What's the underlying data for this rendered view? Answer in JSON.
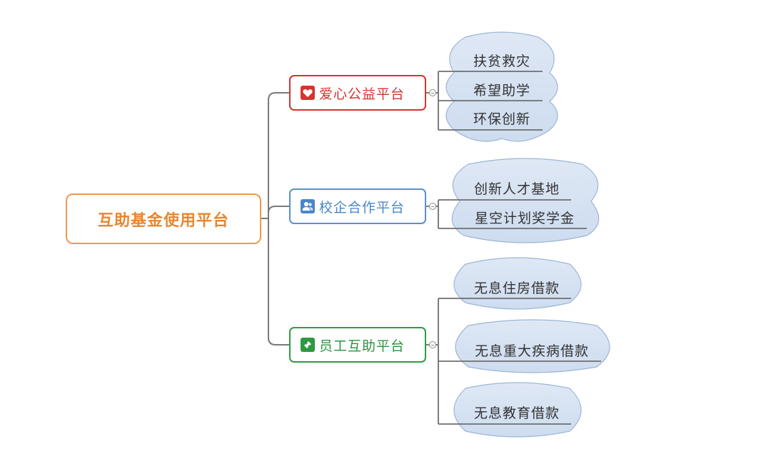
{
  "root": {
    "label": "互助基金使用平台"
  },
  "branches": [
    {
      "label": "爱心公益平台",
      "icon": "heart-icon",
      "color": "#d8332f",
      "children": [
        "扶贫救灾",
        "希望助学",
        "环保创新"
      ]
    },
    {
      "label": "校企合作平台",
      "icon": "users-icon",
      "color": "#4a86c8",
      "children": [
        "创新人才基地",
        "星空计划奖学金"
      ]
    },
    {
      "label": "员工互助平台",
      "icon": "handshake-icon",
      "color": "#2c9a40",
      "children": [
        "无息住房借款",
        "无息重大疾病借款",
        "无息教育借款"
      ]
    }
  ]
}
